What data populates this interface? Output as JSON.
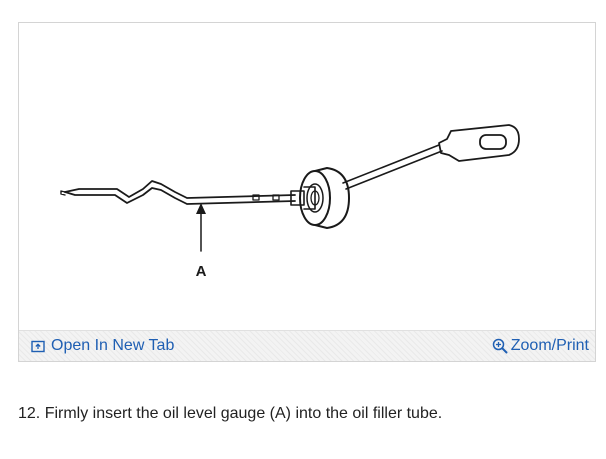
{
  "figure": {
    "callout_label": "A"
  },
  "toolbar": {
    "open_in_new_tab_label": "Open In New Tab",
    "zoom_print_label": "Zoom/Print",
    "open_icon": "open-new-tab-icon",
    "zoom_icon": "magnifier-plus-icon",
    "link_color": "#1f5fb3"
  },
  "step": {
    "text": "12. Firmly insert the oil level gauge (A) into the oil filler tube."
  }
}
